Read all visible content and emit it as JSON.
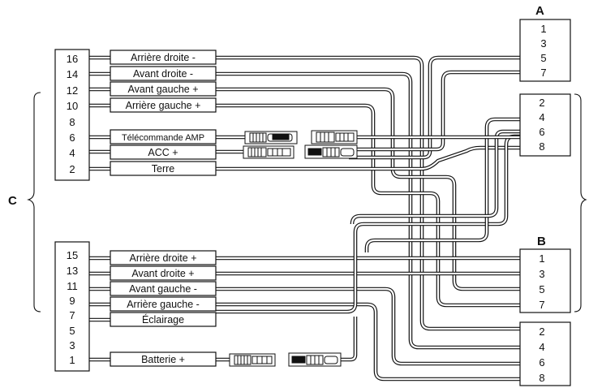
{
  "connectors": {
    "A": {
      "letter": "A",
      "pins": [
        "1",
        "3",
        "5",
        "7",
        "2",
        "4",
        "6",
        "8"
      ]
    },
    "B": {
      "letter": "B",
      "pins": [
        "1",
        "3",
        "5",
        "7",
        "2",
        "4",
        "6",
        "8"
      ]
    },
    "C": {
      "letter": "C"
    }
  },
  "harness_upper": {
    "pins": [
      "16",
      "14",
      "12",
      "10",
      "8",
      "6",
      "4",
      "2"
    ],
    "labels": [
      "Arrière droite -",
      "Avant droite -",
      "Avant gauche +",
      "Arrière gauche +",
      "Télécommande AMP",
      "ACC +",
      "Terre"
    ]
  },
  "harness_lower": {
    "pins": [
      "15",
      "13",
      "11",
      "9",
      "7",
      "5",
      "3",
      "1"
    ],
    "labels": [
      "Arrière droite +",
      "Avant droite +",
      "Avant gauche -",
      "Arrière gauche -",
      "Éclairage",
      "Batterie +"
    ]
  }
}
